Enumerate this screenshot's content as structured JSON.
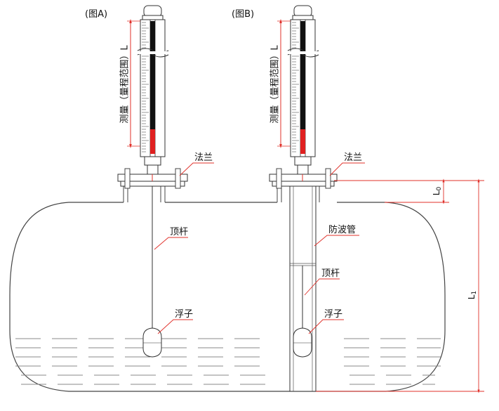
{
  "figure_a": {
    "caption": "(图A)",
    "range_label": "测量（量程范围）L",
    "flange_label": "法兰",
    "rod_label": "顶杆",
    "float_label": "浮子"
  },
  "figure_b": {
    "caption": "(图B)",
    "range_label": "测量（量程范围）L",
    "flange_label": "法兰",
    "tube_label": "防波管",
    "rod_label": "顶杆",
    "float_label": "浮子"
  },
  "dimensions": {
    "l0_main": "L",
    "l0_sub": "0",
    "l1_main": "L",
    "l1_sub": "1"
  },
  "colors": {
    "accent_red": "#e0302a",
    "indicator_red": "#e02020",
    "outline": "#333333"
  }
}
